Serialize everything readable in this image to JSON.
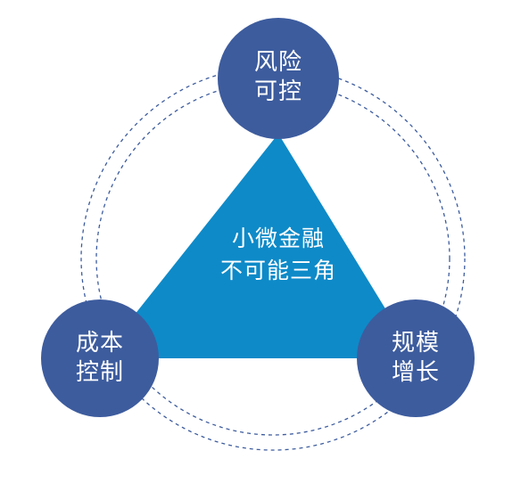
{
  "center": {
    "line1": "小微金融",
    "line2": "不可能三角"
  },
  "nodes": {
    "top": {
      "line1": "风险",
      "line2": "可控"
    },
    "left": {
      "line1": "成本",
      "line2": "控制"
    },
    "right": {
      "line1": "规模",
      "line2": "增长"
    }
  },
  "colors": {
    "triangle": "#0e8ac8",
    "circle": "#3d5c9e",
    "dashed_ring": "#3d5c9e",
    "text": "#ffffff"
  }
}
